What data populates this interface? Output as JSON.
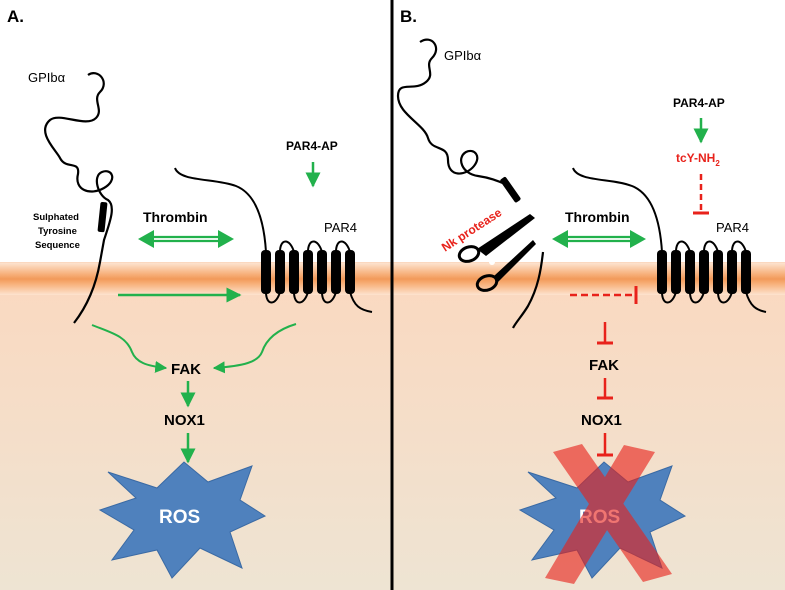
{
  "panels": [
    {
      "label": "A.",
      "gpib_label": "GPIbα",
      "sulphated_lines": [
        "Sulphated",
        "Tyrosine",
        "Sequence"
      ],
      "thrombin_label": "Thrombin",
      "agonist_label": "PAR4-AP",
      "par4_label": "PAR4",
      "fak_label": "FAK",
      "nox1_label": "NOX1",
      "ros_label": "ROS"
    },
    {
      "label": "B.",
      "gpib_label": "GPIbα",
      "nk_protease_label": "Nk protease",
      "thrombin_label": "Thrombin",
      "agonist_label": "PAR4-AP",
      "inhibitor_label_main": "tcY-NH",
      "inhibitor_label_sub": "2",
      "par4_label": "PAR4",
      "fak_label": "FAK",
      "nox1_label": "NOX1",
      "ros_label": "ROS"
    }
  ],
  "colors": {
    "activation_arrow": "#22b14c",
    "inhibition": "#e8221b",
    "ros_star": "#4f81bd",
    "cytoplasm_top": "#fbdcc6",
    "cytoplasm_bottom": "#efe4d2",
    "membrane_band": "#f4a86b",
    "cross_overlay": "#e8221b"
  },
  "icons": [
    "scissors-icon",
    "receptor-icon",
    "ros-star-icon"
  ]
}
